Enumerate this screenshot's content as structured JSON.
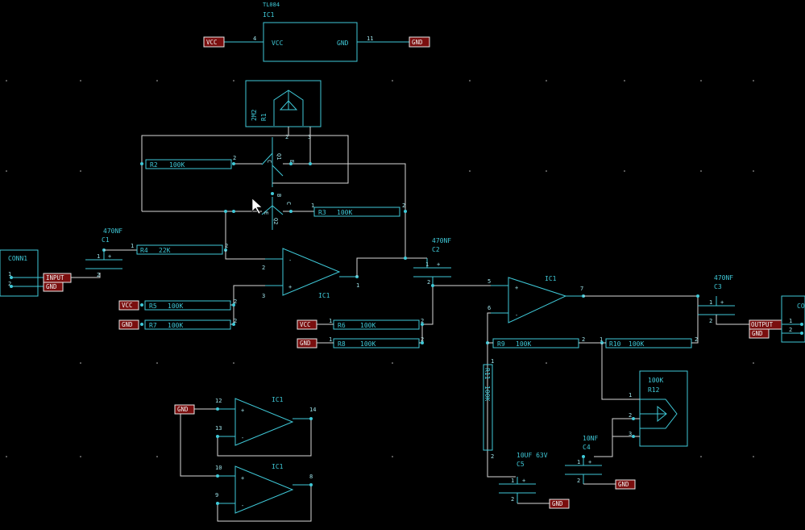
{
  "labels": {
    "ic1": "IC1",
    "ic1_part": "TL084",
    "vcc": "VCC",
    "gnd": "GND",
    "input": "INPUT",
    "output": "OUTPUT",
    "conn1": "CONN1",
    "conn2": "CO",
    "r1": "R1",
    "r1_val": "2M2",
    "r2": "R2",
    "r2_val": "100K",
    "r3": "R3",
    "r3_val": "100K",
    "r4": "R4",
    "r4_val": "22K",
    "r5": "R5",
    "r5_val": "100K",
    "r6": "R6",
    "r6_val": "100K",
    "r7": "R7",
    "r7_val": "100K",
    "r8": "R8",
    "r8_val": "100K",
    "r9": "R9",
    "r9_val": "100K",
    "r10": "R10",
    "r10_val": "100K",
    "r11": "R11",
    "r11_val": "100K",
    "r12": "R12",
    "r12_val": "100K",
    "c1": "C1",
    "c1_val": "470NF",
    "c2": "C2",
    "c2_val": "470NF",
    "c3": "C3",
    "c3_val": "470NF",
    "c4": "C4",
    "c4_val": "10NF",
    "c5": "C5",
    "c5_val": "10UF 63V",
    "q1": "Q1",
    "q2": "Q2",
    "vcc_pin": "VCC",
    "gnd_pin": "GND",
    "pins": {
      "p1": "1",
      "p2": "2",
      "p3": "3",
      "p4": "4",
      "p5": "5",
      "p6": "6",
      "p7": "7",
      "p8": "8",
      "p9": "9",
      "p10": "10",
      "p11": "11",
      "p12": "12",
      "p13": "13",
      "p14": "14",
      "plus": "+",
      "minus": "-",
      "b": "B",
      "c": "C",
      "e": "E"
    }
  },
  "colors": {
    "background": "#000000",
    "component": "#3fc9d8",
    "wire": "#d7d7d7",
    "tag_fill": "#7a0e0e",
    "tag_border": "#e8e8e8"
  }
}
